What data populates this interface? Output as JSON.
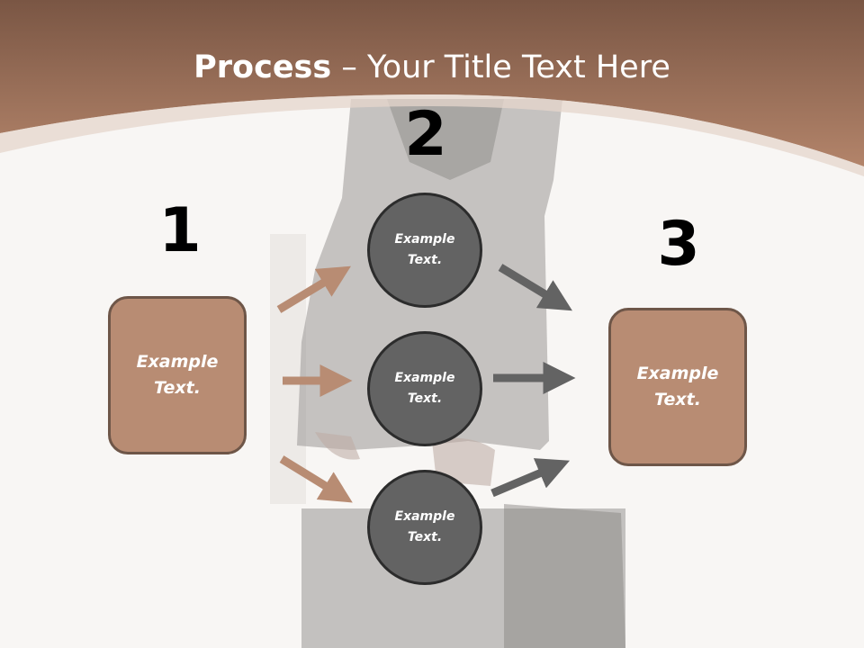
{
  "slide": {
    "title_bold": "Process",
    "title_rest": " – Your Title Text Here"
  },
  "steps": {
    "one": {
      "number": "1",
      "text": "Example Text."
    },
    "two": {
      "number": "2",
      "circles": [
        {
          "text": "Example Text."
        },
        {
          "text": "Example Text."
        },
        {
          "text": "Example Text."
        }
      ]
    },
    "three": {
      "number": "3",
      "text": "Example Text."
    }
  },
  "colors": {
    "banner": "#9c7058",
    "box_fill": "#b88c73",
    "circle_fill": "#636363",
    "arrow_left": "#b88c73",
    "arrow_right": "#636363"
  }
}
